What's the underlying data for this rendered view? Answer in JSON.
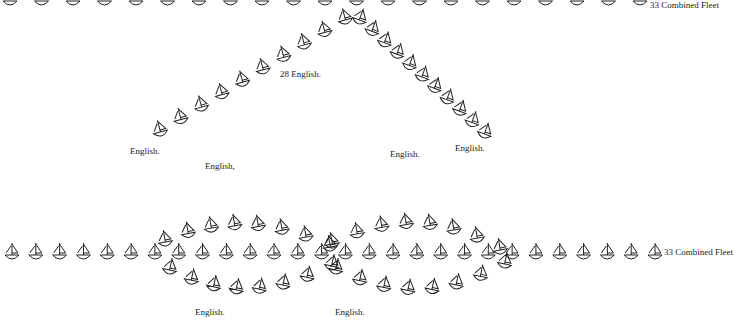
{
  "diagram": {
    "labels": [
      "33 Combined Fleet",
      "28 English.",
      "English.",
      "English,",
      "English.",
      "English.",
      "33 Combined Fleet",
      "English.",
      "English."
    ]
  }
}
